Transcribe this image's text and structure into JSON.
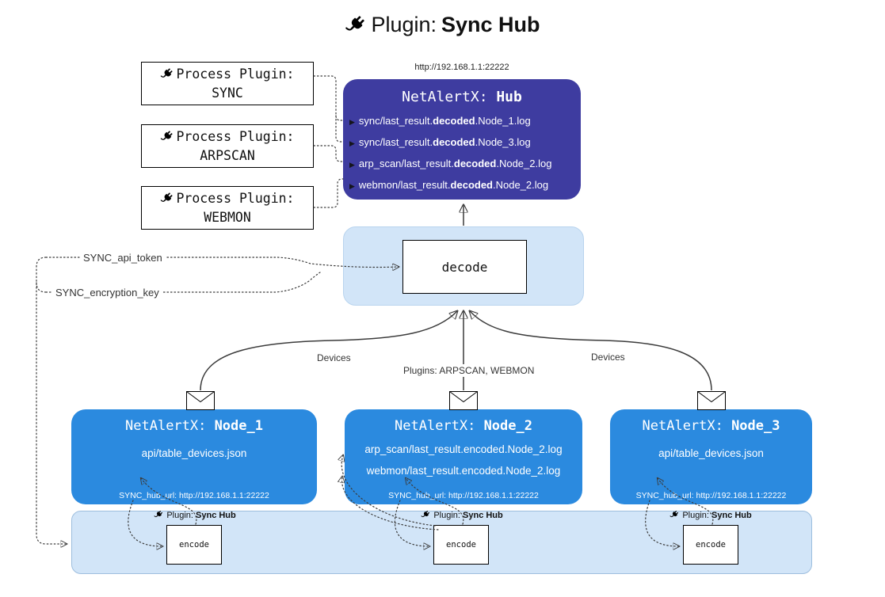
{
  "title": {
    "label": "Plugin:",
    "name": "Sync Hub"
  },
  "hub": {
    "url": "http://192.168.1.1:22222",
    "title_label": "NetAlertX:",
    "title_name": "Hub",
    "entries": [
      {
        "pre": "sync/last_result.",
        "bold": "decoded",
        "post": ".Node_1.log"
      },
      {
        "pre": "sync/last_result.",
        "bold": "decoded",
        "post": ".Node_3.log"
      },
      {
        "pre": "arp_scan/last_result.",
        "bold": "decoded",
        "post": ".Node_2.log"
      },
      {
        "pre": "webmon/last_result.",
        "bold": "decoded",
        "post": ".Node_2.log"
      }
    ]
  },
  "process_plugins": [
    {
      "label": "Process Plugin:",
      "name": "SYNC"
    },
    {
      "label": "Process Plugin:",
      "name": "ARPSCAN"
    },
    {
      "label": "Process Plugin:",
      "name": "WEBMON"
    }
  ],
  "decode": {
    "label": "decode"
  },
  "config_labels": {
    "api_token": "SYNC_api_token",
    "encryption_key": "SYNC_encryption_key"
  },
  "edge_labels": {
    "left": "Devices",
    "center": "Plugins: ARPSCAN, WEBMON",
    "right": "Devices"
  },
  "nodes": [
    {
      "title_label": "NetAlertX:",
      "title_name": "Node_1",
      "files": [
        "api/table_devices.json"
      ],
      "footer": "SYNC_hub_url: http://192.168.1.1:22222"
    },
    {
      "title_label": "NetAlertX:",
      "title_name": "Node_2",
      "files": [
        "arp_scan/last_result.encoded.Node_2.log",
        "webmon/last_result.encoded.Node_2.log"
      ],
      "footer": "SYNC_hub_url: http://192.168.1.1:22222"
    },
    {
      "title_label": "NetAlertX:",
      "title_name": "Node_3",
      "files": [
        "api/table_devices.json"
      ],
      "footer": "SYNC_hub_url: http://192.168.1.1:22222"
    }
  ],
  "encoders": [
    {
      "label": "Plugin:",
      "name": "Sync Hub",
      "box": "encode"
    },
    {
      "label": "Plugin:",
      "name": "Sync Hub",
      "box": "encode"
    },
    {
      "label": "Plugin:",
      "name": "Sync Hub",
      "box": "encode"
    }
  ],
  "colors": {
    "hub_bg": "#3e3ca0",
    "node_bg": "#2b8adf",
    "container_bg": "#d2e5f8",
    "arrow": "#3b3b3b"
  }
}
